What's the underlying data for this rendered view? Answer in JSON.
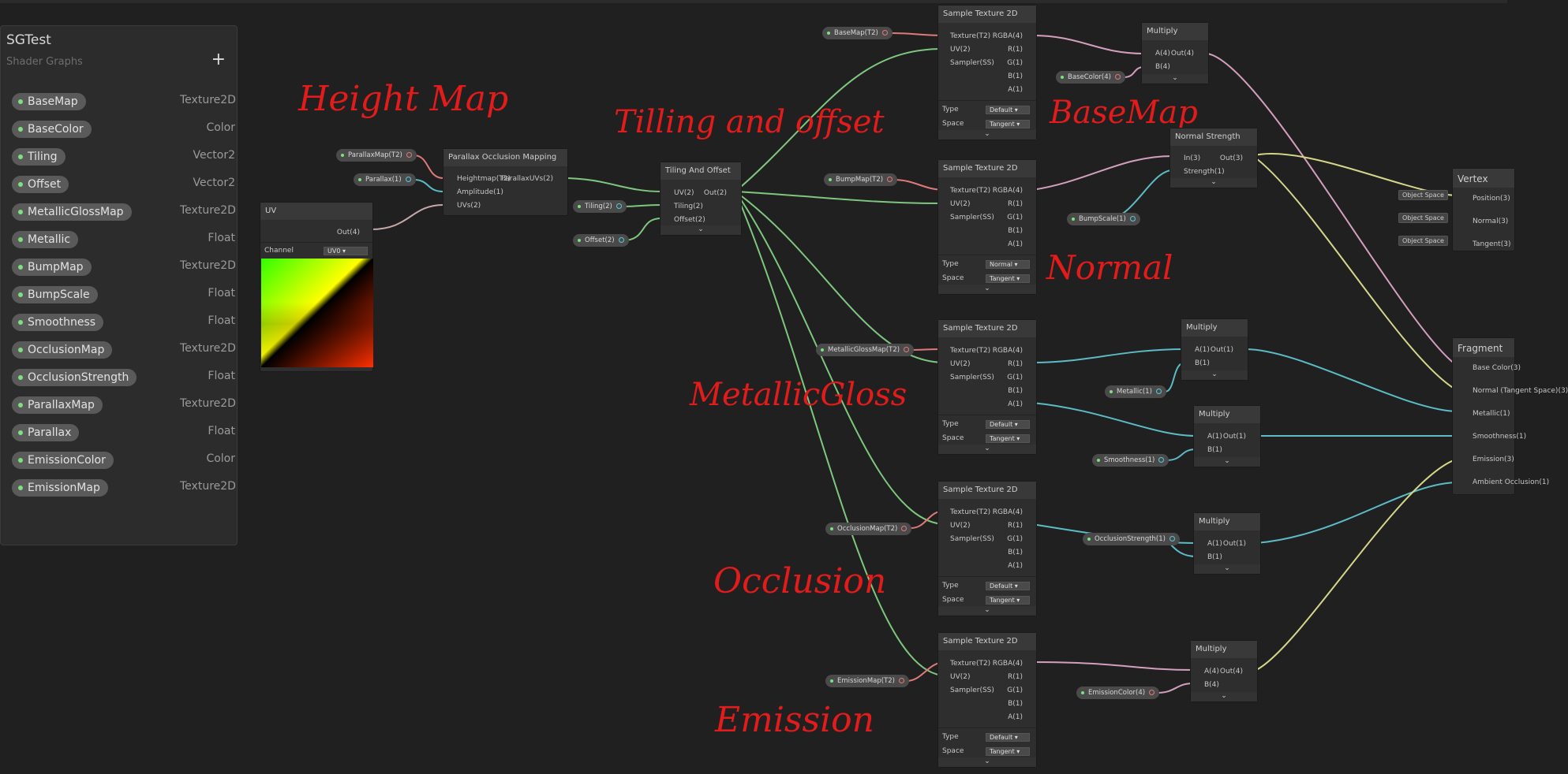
{
  "blackboard": {
    "title": "SGTest",
    "subtitle": "Shader Graphs",
    "add_label": "+",
    "properties": [
      {
        "name": "BaseMap",
        "type": "Texture2D"
      },
      {
        "name": "BaseColor",
        "type": "Color"
      },
      {
        "name": "Tiling",
        "type": "Vector2"
      },
      {
        "name": "Offset",
        "type": "Vector2"
      },
      {
        "name": "MetallicGlossMap",
        "type": "Texture2D"
      },
      {
        "name": "Metallic",
        "type": "Float"
      },
      {
        "name": "BumpMap",
        "type": "Texture2D"
      },
      {
        "name": "BumpScale",
        "type": "Float"
      },
      {
        "name": "Smoothness",
        "type": "Float"
      },
      {
        "name": "OcclusionMap",
        "type": "Texture2D"
      },
      {
        "name": "OcclusionStrength",
        "type": "Float"
      },
      {
        "name": "ParallaxMap",
        "type": "Texture2D"
      },
      {
        "name": "Parallax",
        "type": "Float"
      },
      {
        "name": "EmissionColor",
        "type": "Color"
      },
      {
        "name": "EmissionMap",
        "type": "Texture2D"
      }
    ]
  },
  "annotations": {
    "height_map": "Height Map",
    "tilling": "Tilling and offset",
    "basemap": "BaseMap",
    "normal": "Normal",
    "metallic": "MetallicGloss",
    "occlusion": "Occlusion",
    "emission": "Emission"
  },
  "uv_node": {
    "title": "UV",
    "out": "Out(4)",
    "channel_label": "Channel",
    "channel_value": "UV0"
  },
  "pom_node": {
    "title": "Parallax Occlusion Mapping",
    "in1": "Heightmap(T2)",
    "in2": "Amplitude(1)",
    "in3": "UVs(2)",
    "out": "ParallaxUVs(2)"
  },
  "tao_node": {
    "title": "Tiling And Offset",
    "in1": "UV(2)",
    "in2": "Tiling(2)",
    "in3": "Offset(2)",
    "out": "Out(2)"
  },
  "sample": {
    "title": "Sample Texture 2D",
    "in1": "Texture(T2)",
    "in2": "UV(2)",
    "in3": "Sampler(SS)",
    "o1": "RGBA(4)",
    "o2": "R(1)",
    "o3": "G(1)",
    "o4": "B(1)",
    "o5": "A(1)",
    "type_label": "Type",
    "space_label": "Space",
    "type_default": "Default",
    "type_normal": "Normal",
    "space_value": "Tangent"
  },
  "multiply": {
    "title": "Multiply",
    "a4": "A(4)",
    "b4": "B(4)",
    "a1": "A(1)",
    "b1": "B(1)",
    "out4": "Out(4)",
    "out1": "Out(1)"
  },
  "normal_strength": {
    "title": "Normal Strength",
    "in1": "In(3)",
    "in2": "Strength(1)",
    "out": "Out(3)"
  },
  "vertex": {
    "title": "Vertex",
    "p1": "Position(3)",
    "p2": "Normal(3)",
    "p3": "Tangent(3)",
    "space": "Object Space"
  },
  "fragment": {
    "title": "Fragment",
    "p1": "Base Color(3)",
    "p2": "Normal (Tangent Space)(3)",
    "p3": "Metallic(1)",
    "p4": "Smoothness(1)",
    "p5": "Emission(3)",
    "p6": "Ambient Occlusion(1)"
  },
  "pills": {
    "parallax_map": "ParallaxMap(T2)",
    "parallax": "Parallax(1)",
    "tiling": "Tiling(2)",
    "offset": "Offset(2)",
    "base_map": "BaseMap(T2)",
    "base_color": "BaseColor(4)",
    "bump_map": "BumpMap(T2)",
    "bump_scale": "BumpScale(1)",
    "metallic_gloss_map": "MetallicGlossMap(T2)",
    "metallic": "Metallic(1)",
    "smoothness": "Smoothness(1)",
    "occlusion_map": "OcclusionMap(T2)",
    "occlusion_strength": "OcclusionStrength(1)",
    "emission_map": "EmissionMap(T2)",
    "emission_color": "EmissionColor(4)"
  },
  "colors": {
    "green": "#7ec77e",
    "pink": "#d49fbf",
    "cyan": "#5cbcc6",
    "salmon": "#e07a7a",
    "yellow": "#d6d68a"
  },
  "glyphs": {
    "chevron": "⌄",
    "dd_arrow": "▾"
  }
}
